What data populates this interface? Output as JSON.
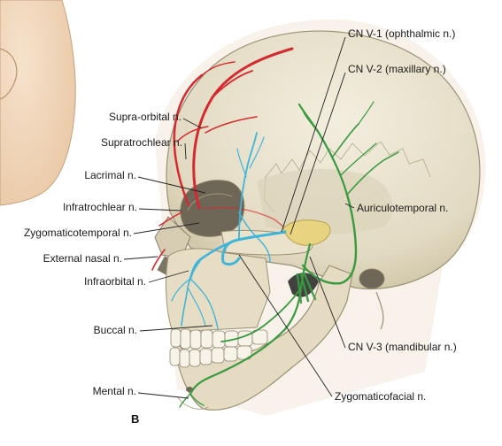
{
  "figure": {
    "panel_letter": "B",
    "colors": {
      "ophthalmic_branch": "#d42a2f",
      "maxillary_branch": "#3fb5d9",
      "mandibular_branch": "#3a9a3f",
      "bone": "#e8e0c8",
      "skin": "#efd3b4"
    },
    "labels": {
      "cn_v1": "CN V-1 (ophthalmic n.)",
      "cn_v2": "CN V-2 (maxillary n.)",
      "supraorbital": "Supra-orbital n.",
      "supratrochlear": "Supratrochlear n.",
      "lacrimal": "Lacrimal n.",
      "infratrochlear": "Infratrochlear n.",
      "zygomaticotemporal": "Zygomaticotemporal n.",
      "external_nasal": "External nasal n.",
      "infraorbital": "Infraorbital n.",
      "buccal": "Buccal n.",
      "mental": "Mental n.",
      "auriculotemporal": "Auriculotemporal n.",
      "cn_v3": "CN V-3 (mandibular n.)",
      "zygomaticofacial": "Zygomaticofacial n."
    }
  }
}
